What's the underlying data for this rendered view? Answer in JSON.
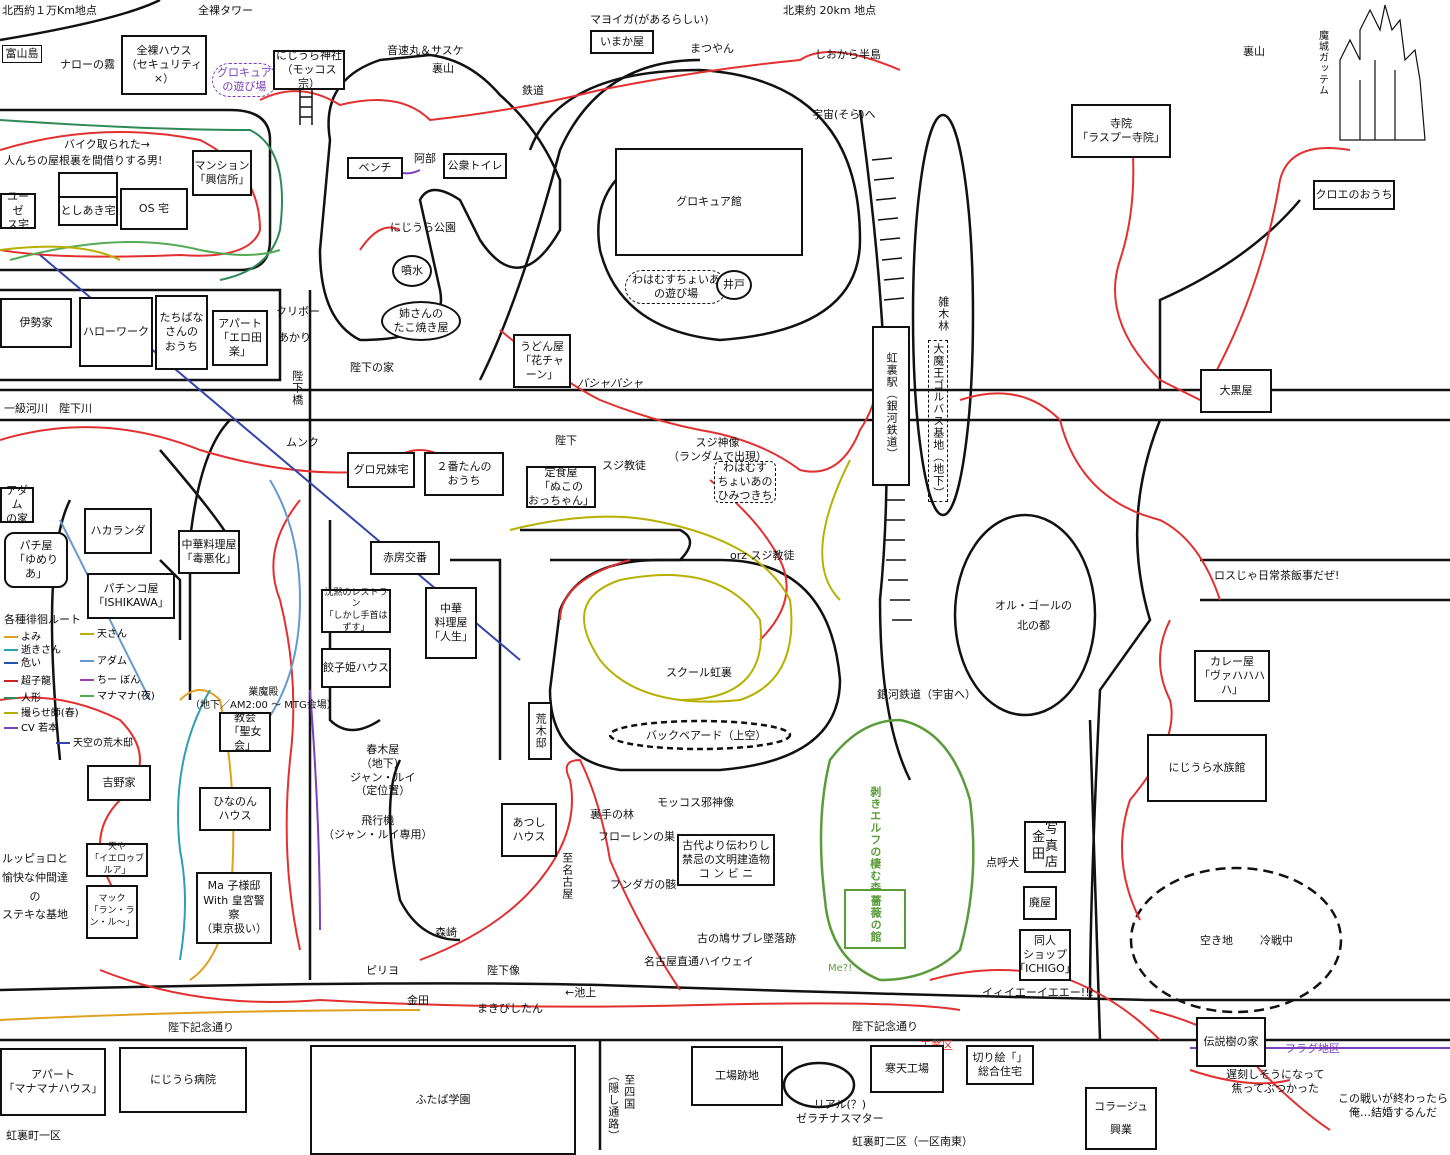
{
  "colors": {
    "ink": "#111111",
    "route_red": "#e23030",
    "route_green": "#2e8b57",
    "route_blue": "#3366cc",
    "route_yellow": "#b8b000",
    "route_purple": "#7b3fbf",
    "forest_green": "#5a9c3a"
  },
  "places": {
    "fuzan_station": "富山島",
    "hokusei_note": "北西約１万Km地点",
    "naro": "ナローの霧",
    "zenra_tower": "全裸タワー",
    "zenra_house_1": "全裸ハウス",
    "zenra_house_2": "（セキュリティ×）",
    "precure_play_1": "グロキュア",
    "precure_play_2": "の遊び場",
    "nijiura_shrine_1": "にじうら神社",
    "nijiura_shrine_2": "（モッコス宗）",
    "onsoku": "音速丸＆サスケ",
    "urayama_1": "裏山",
    "mayoiga": "マヨイガ(があるらしい)",
    "imakaya": "いまか屋",
    "matsuyan": "まつやん",
    "hokuto_note": "北東約 20km 地点",
    "shiokara": "しおから半島",
    "urayama_2": "裏山",
    "makai_castle": "魔城ガッテム",
    "tetsudo": "鉄道",
    "uchu_he": "宇宙(そら)へ",
    "temple_1": "寺院",
    "temple_2": "「ラスプー寺院」",
    "kuroe": "クロエのおうち",
    "bike_note_1": "バイク取られた→",
    "bike_note_2": "人んちの屋根裏を間借りする男!",
    "mansion_1": "マンション",
    "mansion_2": "「興信所」",
    "yuze": "ユーゼ",
    "yuze_2": "ス宅",
    "toshiaki": "としあき宅",
    "os": "OS 宅",
    "bench": "ベンチ",
    "abe": "阿部",
    "toilet": "公衆トイレ",
    "nijiura_park": "にじうら公園",
    "fountain": "噴水",
    "takoyaki_1": "姉さんの",
    "takoyaki_2": "たこ焼き屋",
    "precure_hall": "グロキュア館",
    "wahamu_play_1": "わはむすちょいあ",
    "wahamu_play_2": "の遊び場",
    "well": "井戸",
    "ise": "伊勢家",
    "hello_work": "ハローワーク",
    "tachibana_1": "たちばな",
    "tachibana_2": "さんの",
    "tachibana_3": "おうち",
    "apart_ero_1": "アパート",
    "apart_ero_2": "「エロ田楽」",
    "kuribo": "クリボー",
    "akari": "あかり",
    "heika_house": "陛下の家",
    "udon_1": "うどん屋",
    "udon_2": "「花チャーン」",
    "bashabasha": "バシャバシャ",
    "nijiura_station": "虹裏駅（銀河鉄道）",
    "zoukibayashi": "雑木林",
    "golf_base": "大魔王ゴルバス基地（地下）",
    "daikoku": "大黒屋",
    "river": "一級河川　陛下川",
    "heika_bridge": "陛下橋",
    "munk": "ムンク",
    "heika_1": "陛下",
    "suji_statue_1": "スジ神像",
    "suji_statue_2": "（ランダムで出現）",
    "suji_kyoto_1": "スジ教徒",
    "suji_kyoto_2": "orz スジ教徒",
    "guro_sibling": "グロ兄妹宅",
    "nibantan_1": "２番たんの",
    "nibantan_2": "おうち",
    "teishoku_1": "定食屋",
    "teishoku_2": "「ぬこの",
    "teishoku_3": "おっちゃん」",
    "wahamu_secret_1": "わはむす",
    "wahamu_secret_2": "ちょいあの",
    "wahamu_secret_3": "ひみつきち",
    "adam_1": "アダム",
    "adam_2": "の家",
    "hakaranda": "ハカランダ",
    "chuka_1": "中華料理屋",
    "chuka_2": "「毒悪化」",
    "akabane": "赤房交番",
    "pachi_1": "パチ屋",
    "pachi_2": "「ゆめりあ」",
    "pachinko_1": "パチンコ屋",
    "pachinko_2": "「ISHIKAWA」",
    "chinmoku_1": "沈黙のレストラン",
    "chinmoku_2": "「しかし手首はずす」",
    "jinsei_1": "中華",
    "jinsei_2": "料理屋",
    "jinsei_3": "「人生」",
    "gyoza": "餃子姫ハウス",
    "school": "スクール虹裏",
    "backbeard": "バックベアード（上空）",
    "rosu": "ロスじゃ日常茶飯事だぜ!",
    "oru_gor_1": "オル・ゴールの",
    "oru_gor_2": "北の都",
    "curry_1": "カレー屋",
    "curry_2": "「ヴァハハハハ」",
    "gyomaden_1": "業魔殿",
    "gyomaden_2": "（地下／AM2:00 ～ MTG会場）",
    "church_1": "教会",
    "church_2": "「聖女会」",
    "araki": "荒木邸",
    "harumaki_1": "春木屋",
    "harumaki_2": "（地下）",
    "harumaki_3": "ジャン・ルイ",
    "harumaki_4": "（定位置）",
    "ginga_tetsudo": "銀河鉄道（宇宙へ）",
    "elf_forest": "剥きエルフの棲む森",
    "rose_hall": "薔薇の館",
    "aquarium": "にじうら水族館",
    "yoshino": "吉野家",
    "hinanon_1": "ひなのん",
    "hinanon_2": "ハウス",
    "hikouki_1": "飛行機",
    "hikouki_2": "（ジャン・ルイ専用）",
    "atsushi_1": "あつし",
    "atsushi_2": "ハウス",
    "urate_forest": "裏手の林",
    "florence": "フローレンの巣",
    "mokkos_statue": "モッコス邪神像",
    "ancient_1": "古代より伝わりし",
    "ancient_2": "禁忌の文明建造物",
    "ancient_3": "コ ン ビ ニ",
    "fundaga": "フンダガの骸",
    "shigenago": "至名古屋",
    "kiba_1": "古の鳩サブレ墜落跡",
    "tenya_1": "天や",
    "tenya_2": "「イエロゥブルア」",
    "lupi_1": "ルッピョロと",
    "lupi_2": "愉快な仲間達",
    "lupi_3": "の",
    "lupi_4": "ステキな基地",
    "mac_1": "マック",
    "mac_2": "「ラン・ラン・ル～」",
    "maco_1": "Ma 子様邸",
    "maco_2": "With 皇宮警察",
    "maco_3": "（東京扱い）",
    "morisaki": "森崎",
    "piriyo": "ピリヨ",
    "kaneda": "金田",
    "heika_statue": "陛下像",
    "nagoya_highway": "名古屋直通ハイウェイ",
    "ikegami": "←池上",
    "makibishi": "まきびしたん",
    "me": "Me?!",
    "iiiee": "イィイエーイエエー!!!",
    "tenko_dog": "点呼犬",
    "haioku": "廃屋",
    "photo_1": "写",
    "photo_2": "真",
    "photo_3": "店",
    "photo_4": "金",
    "photo_5": "田",
    "doujin_1": "同人",
    "doujin_2": "ショップ",
    "doujin_3": "「ICHIGO」",
    "akichi": "空き地",
    "reisen": "冷戦中",
    "heika_road_1": "陛下記念通り",
    "heika_road_2": "陛下記念通り",
    "industrial": "工業区",
    "densetsu": "伝説樹の家",
    "flag_area": "フラグ地区",
    "chikoku_1": "遅刻しそうになって",
    "chikoku_2": "焦ってぶつかった",
    "war_end_1": "この戦いが終わったら",
    "war_end_2": "俺…結婚するんだ",
    "apart_manamana_1": "アパート",
    "apart_manamana_2": "「マナマナハウス」",
    "hospital": "にじうら病院",
    "futaba": "ふたば学園",
    "shishikoku": "至四国",
    "kakushi_road": "（隠し通路）",
    "factory_ruin": "工場跡地",
    "real_1": "リアル(？)",
    "real_2": "ゼラチナスマター",
    "samuten": "寒天工場",
    "kirie_1": "切り絵「」",
    "kirie_2": "総合住宅",
    "collage_1": "コラージュ",
    "collage_2": "興業",
    "district_1": "虹裏町一区",
    "district_2": "虹裏町二区（一区南東）"
  },
  "legend": {
    "title": "各種徘徊ルート",
    "items": [
      {
        "label": "よみ",
        "color": "#e0a020"
      },
      {
        "label": "逝きさん",
        "color": "#2aa0b0"
      },
      {
        "label": "危い",
        "color": "#2255aa"
      },
      {
        "label": "超子龍",
        "color": "#cc2222"
      },
      {
        "label": "人形",
        "color": "#2e8b57"
      },
      {
        "label": "撮らせ師(春)",
        "color": "#b8b000"
      },
      {
        "label": "CV 若本",
        "color": "#7b3fbf"
      },
      {
        "label": "天空の荒木邸",
        "color": "#3344aa"
      }
    ],
    "items_right": [
      {
        "label": "天さん",
        "color": "#b8b000"
      },
      {
        "label": "アダム",
        "color": "#6699cc"
      },
      {
        "label": "ちー ぼん",
        "color": "#9944aa"
      },
      {
        "label": "マナマナ(夜)",
        "color": "#55aa55"
      }
    ]
  }
}
